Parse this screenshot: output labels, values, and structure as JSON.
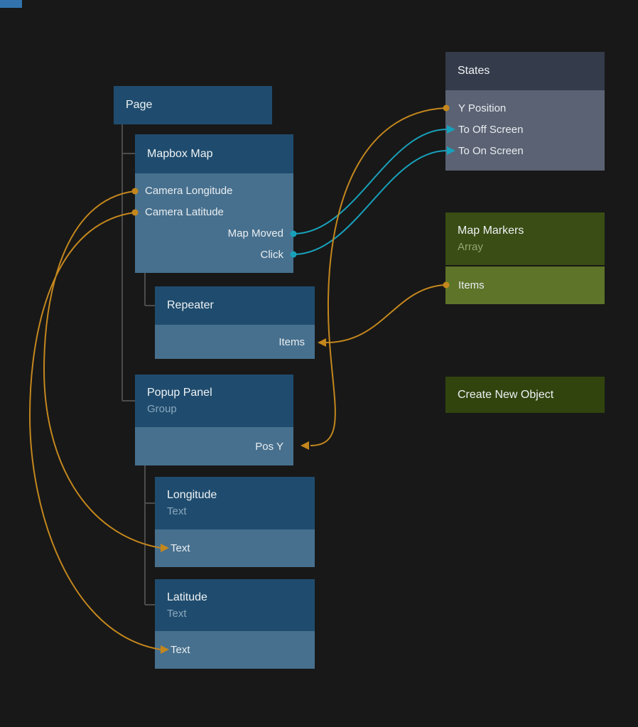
{
  "app": {
    "view": "node-graph-editor"
  },
  "colors": {
    "background": "#181818",
    "wire_orange": "#c4871d",
    "wire_teal": "#18a0ba",
    "tree_line": "#4c4c4c",
    "node_blue_header": "#1f4c6e",
    "node_blue_body": "#47708e",
    "node_slate_header": "#343b4a",
    "node_slate_body": "#5b6273",
    "node_green_header": "#3a4d14",
    "node_green_body": "#5e7429",
    "node_green_solid": "#31440e",
    "offscreen_fragment_blue": "#3273ad"
  },
  "nodes": {
    "page": {
      "title": "Page"
    },
    "mapbox_map": {
      "title": "Mapbox Map",
      "inputs": [
        "Camera Longitude",
        "Camera Latitude"
      ],
      "outputs": [
        "Map Moved",
        "Click"
      ]
    },
    "repeater": {
      "title": "Repeater",
      "inputs": [
        "Items"
      ]
    },
    "popup_panel": {
      "title": "Popup Panel",
      "subtitle": "Group",
      "inputs": [
        "Pos Y"
      ]
    },
    "longitude_text": {
      "title": "Longitude",
      "subtitle": "Text",
      "inputs": [
        "Text"
      ]
    },
    "latitude_text": {
      "title": "Latitude",
      "subtitle": "Text",
      "inputs": [
        "Text"
      ]
    },
    "states": {
      "title": "States",
      "ports": [
        "Y Position",
        "To Off Screen",
        "To On Screen"
      ]
    },
    "map_markers": {
      "title": "Map Markers",
      "subtitle": "Array",
      "outputs": [
        "Items"
      ]
    },
    "create_new_object": {
      "title": "Create New Object"
    }
  },
  "connections": [
    {
      "from": "Mapbox Map.Map Moved",
      "to": "States.To Off Screen",
      "color": "teal"
    },
    {
      "from": "Mapbox Map.Click",
      "to": "States.To On Screen",
      "color": "teal"
    },
    {
      "from": "States.Y Position",
      "to": "Popup Panel.Pos Y",
      "color": "orange"
    },
    {
      "from": "Map Markers.Items",
      "to": "Repeater.Items",
      "color": "orange"
    },
    {
      "from": "Mapbox Map.Camera Longitude",
      "to": "Longitude.Text",
      "color": "orange"
    },
    {
      "from": "Mapbox Map.Camera Latitude",
      "to": "Latitude.Text",
      "color": "orange"
    }
  ]
}
